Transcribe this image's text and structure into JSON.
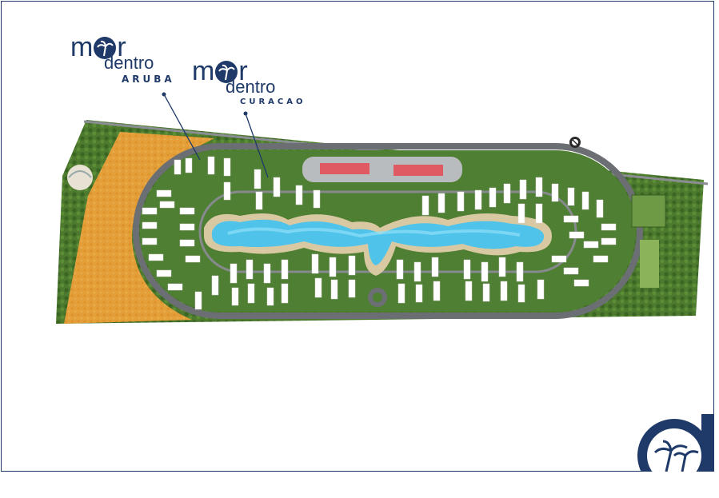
{
  "logos": [
    {
      "id": "aruba",
      "brand_left": "m",
      "brand_right": "r",
      "brand_sub": "dentro",
      "location": "ARUBA"
    },
    {
      "id": "curacao",
      "brand_left": "m",
      "brand_right": "r",
      "brand_sub": "dentro",
      "location": "CURACAO"
    }
  ],
  "colors": {
    "navy": "#1f3a68",
    "grass": "#4d7a2f",
    "road": "#6b6f73",
    "lagoon": "#4fc3ea",
    "orange_zone": "#f2a23a",
    "sand": "#d9c9a3",
    "building": "#ffffff",
    "commercial_roof": "#e05a63"
  },
  "icons": [
    "compass-icon",
    "palm-tree-icon",
    "location-pin-icon"
  ]
}
